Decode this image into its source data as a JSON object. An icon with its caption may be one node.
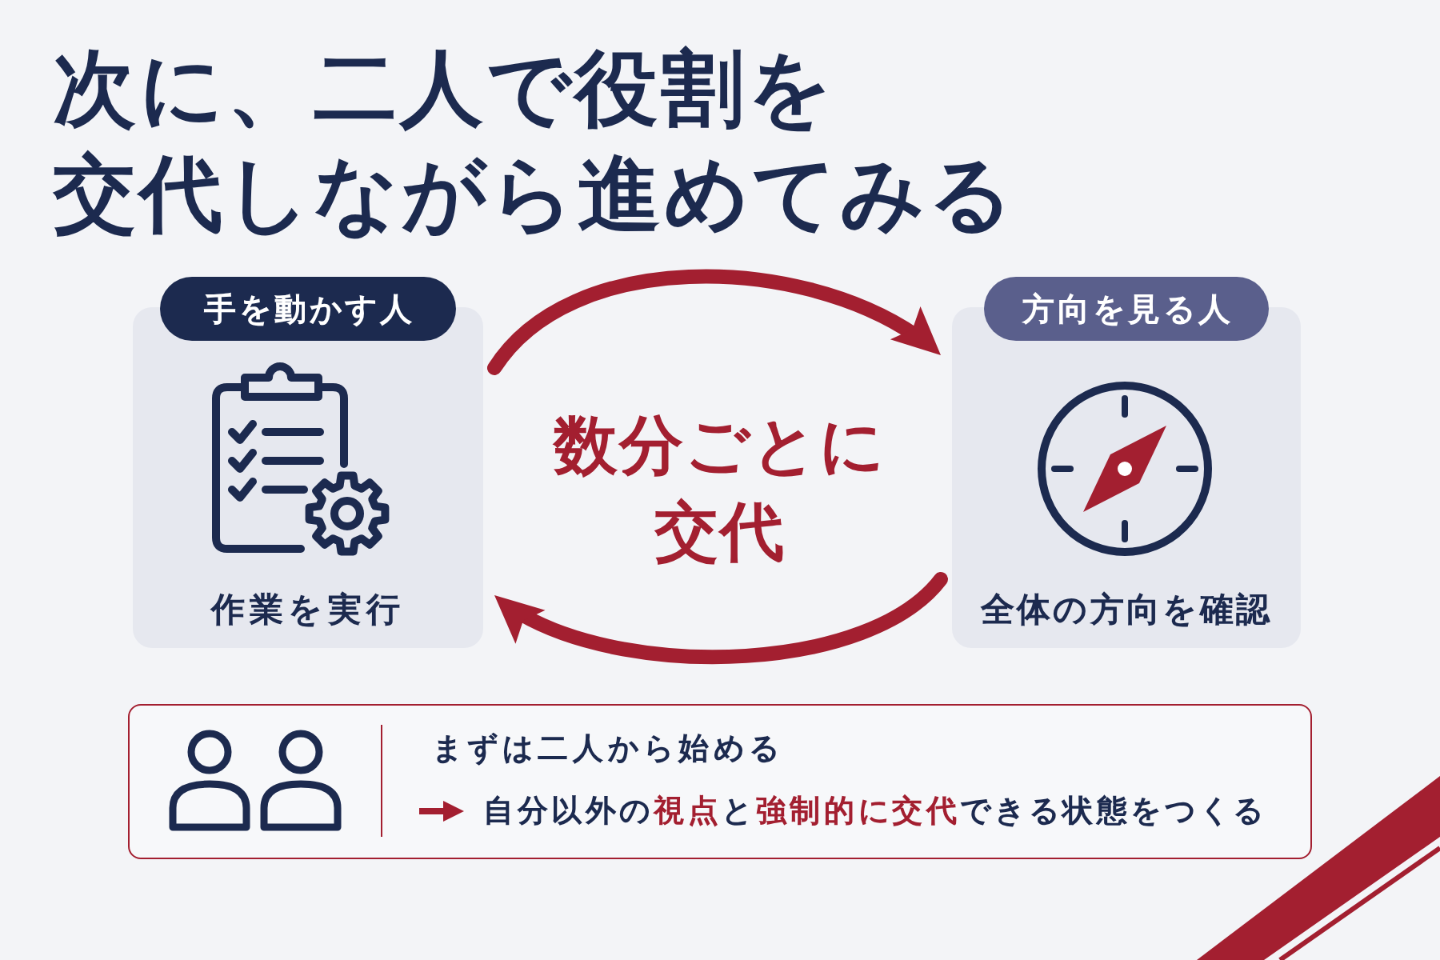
{
  "diagram": {
    "title": "次に、二人で役割を交代しながら進めてみる",
    "nodes": [
      {
        "text": [
          "手を動かす人",
          "作業を実行"
        ]
      },
      {
        "text": [
          "方向を見る人",
          "全体の方向を確認"
        ]
      },
      {
        "text": [
          "まずは二人から始める",
          "自分以外の**視点**と**強制的に交代**できる状態をつくる"
        ]
      }
    ],
    "edges": [
      {
        "from": 0,
        "to": 1,
        "arrow": "to"
      },
      {
        "from": 1,
        "to": 0,
        "arrow": "to"
      }
    ],
    "labels": [
      "数分ごとに交代"
    ]
  }
}
